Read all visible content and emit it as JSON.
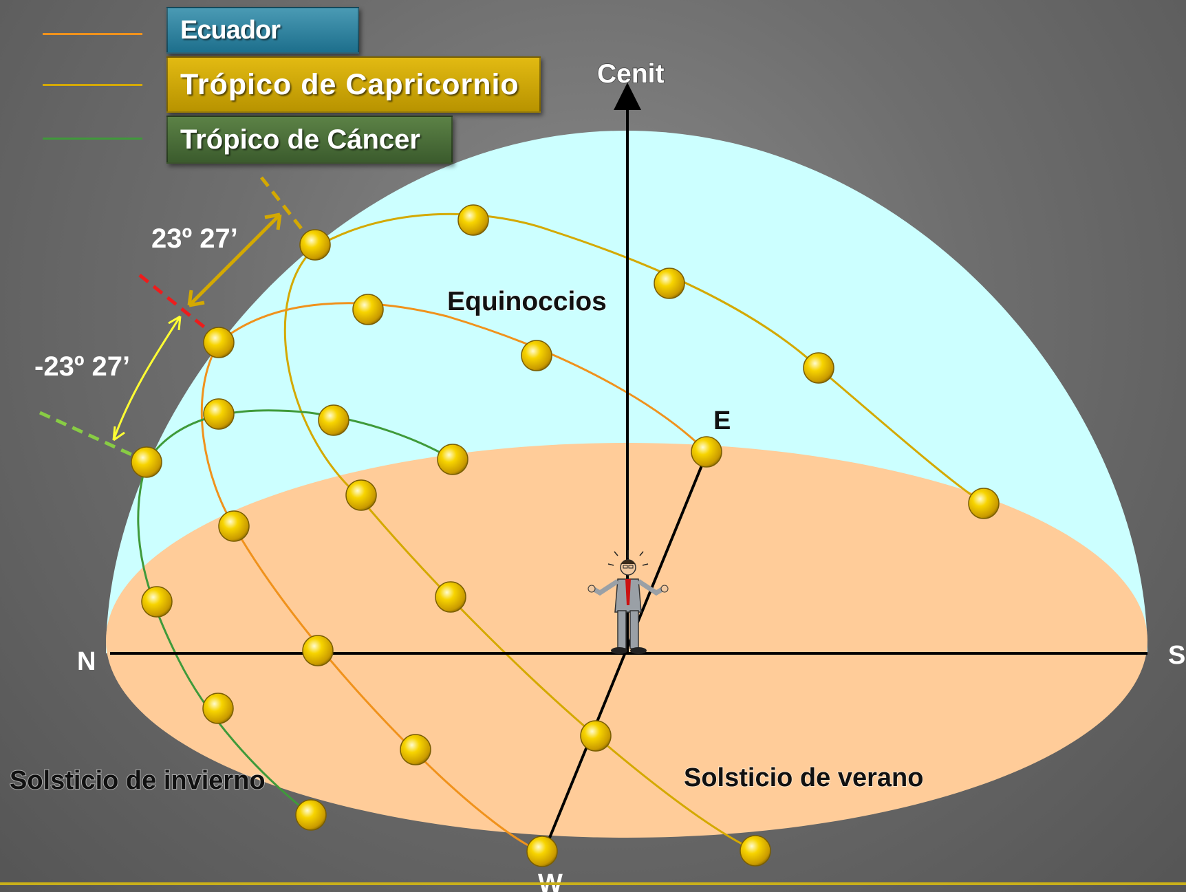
{
  "legend": [
    {
      "label": "Ecuador",
      "color": "#f0921c"
    },
    {
      "label": "Trópico de Capricornio",
      "color": "#d4a900"
    },
    {
      "label": "Trópico de Cáncer",
      "color": "#3f9a3a"
    }
  ],
  "labels": {
    "zenith": "Cenit",
    "north": "N",
    "south": "S",
    "east": "E",
    "west": "W",
    "equinoxes": "Equinoccios",
    "winter_solstice": "Solsticio de invierno",
    "summer_solstice": "Solsticio de verano",
    "angle_plus": "23º 27’",
    "angle_minus": "-23º 27’"
  },
  "colors": {
    "sky": "#ccffff",
    "ground": "#ffcc99",
    "sun": "#f2c400",
    "background": "#6e6e6e",
    "rule": "#c9b01a"
  }
}
